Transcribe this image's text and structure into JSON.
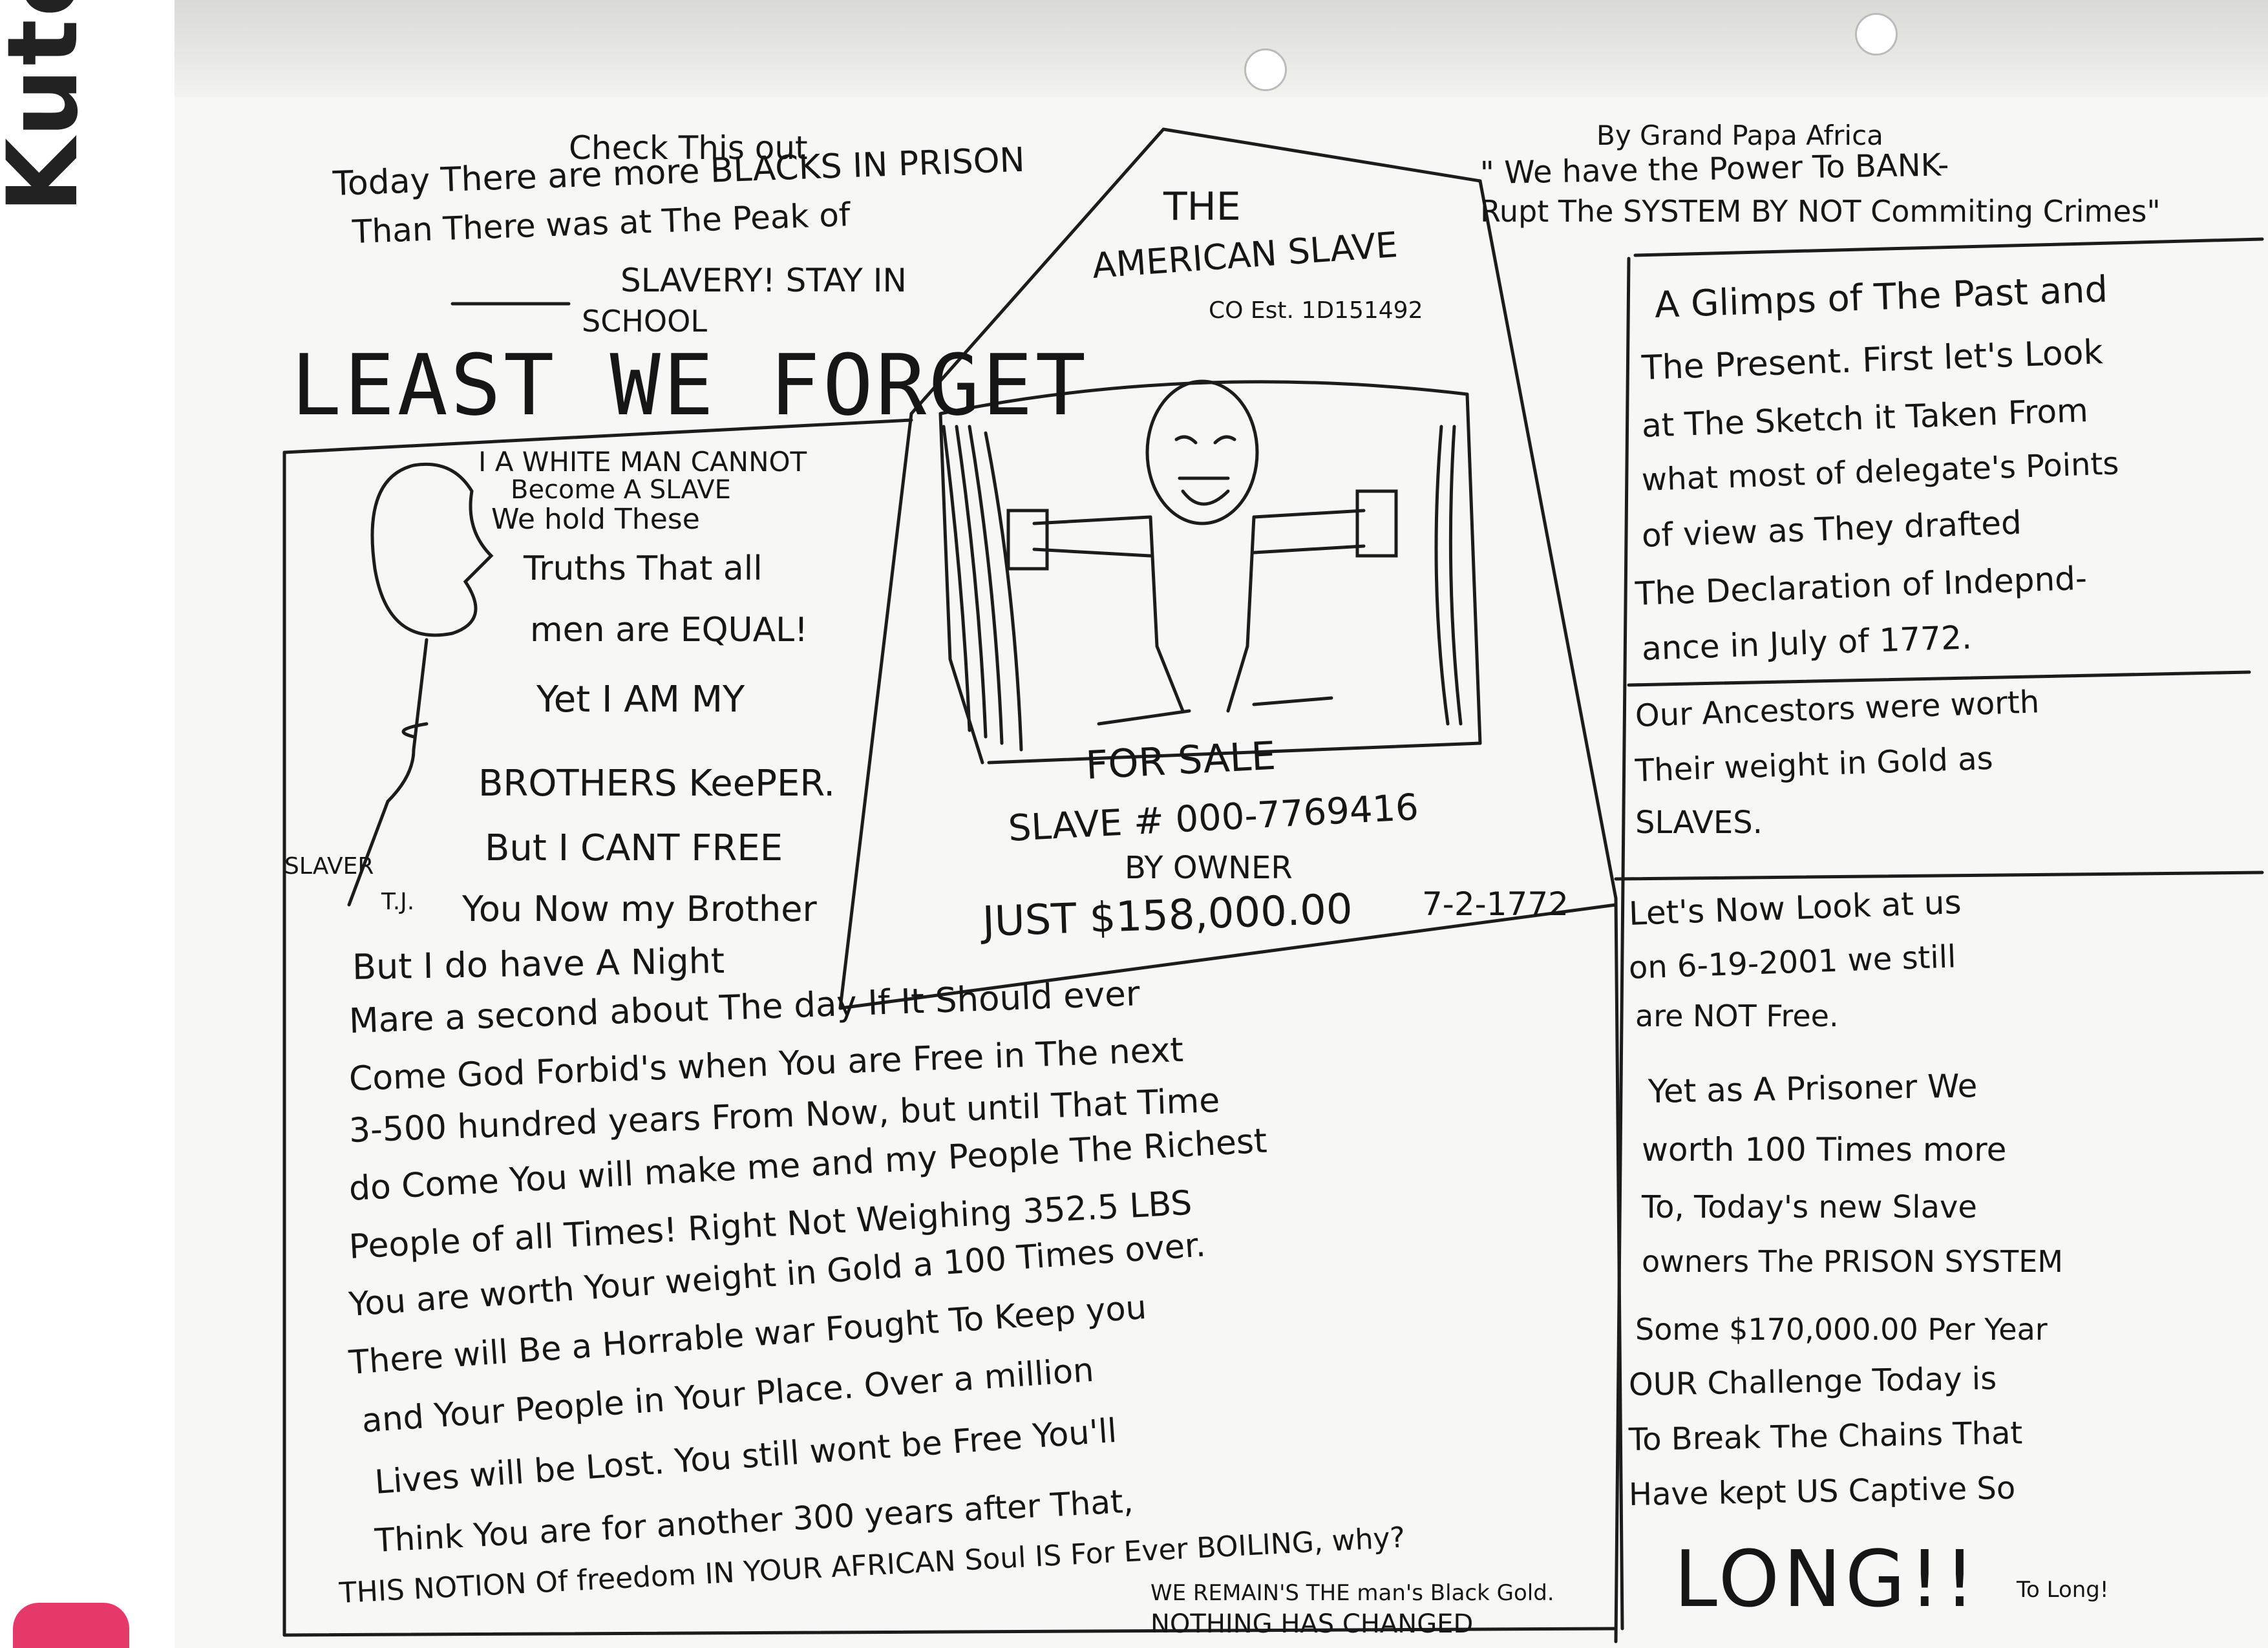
{
  "margin_note": {
    "text": "Kutchi"
  },
  "top_left": {
    "check_line": "Check This out",
    "line1": "Today There are more BLACKS IN PRISON",
    "line2": "Than There was at The Peak of",
    "line3": "SLAVERY! STAY IN",
    "line4": "SCHOOL",
    "headline": "LEAST WE FORGET"
  },
  "top_right": {
    "byline": "By Grand Papa Africa",
    "quote1": "\" We have the Power To BANK-",
    "quote2": "Rupt The SYSTEM BY NOT Commiting Crimes\""
  },
  "center_panel": {
    "title": "THE",
    "company": "AMERICAN SLAVE",
    "company2": "CO Est. 1D151492",
    "for_sale": "FOR SALE",
    "slave_no": "SLAVE # 000-7769416",
    "by_owner": "BY OWNER",
    "price": "JUST $158,000.00",
    "date": "7-2-1772"
  },
  "left_panel": {
    "header1": "I A WHITE MAN CANNOT",
    "header2": "Become A SLAVE",
    "lines": [
      "We hold These",
      "Truths That all",
      "men are EQUAL!",
      "Yet I AM MY",
      "BROTHERS KeePER.",
      "But I CANT FREE",
      "You Now my Brother"
    ],
    "figure_label1": "SLAVER",
    "figure_label2": "T.J."
  },
  "bottom_main": {
    "lines": [
      "But I do have A Night",
      "Mare a second about The day If It Should ever",
      "Come God Forbid's when You are Free in The next",
      "3-500 hundred years From Now, but until That Time",
      "do Come You will make me and my People The Richest",
      "People of all Times! Right Not Weighing 352.5 LBS",
      "You are worth Your weight in Gold a 100 Times over.",
      "There will Be a Horrable war Fought To Keep you",
      "and Your People in Your Place. Over a million",
      "Lives will be Lost. You still wont be Free You'll",
      "Think You are for another 300 years after That,",
      "THIS NOTION Of freedom IN YOUR AFRICAN Soul IS For Ever BOILING, why?"
    ],
    "footer1": "WE REMAIN'S THE man's Black Gold.",
    "footer2": "NOTHING HAS CHANGED"
  },
  "right_column": {
    "block1": [
      "A Glimps of The Past and",
      "The Present. First let's Look",
      "at The Sketch it Taken From",
      "what most of delegate's Points",
      "of view as They drafted",
      "The Declaration of Indepnd-",
      "ance in July of 1772."
    ],
    "block2": [
      "Our Ancestors were worth",
      "Their weight in Gold as",
      "SLAVES."
    ],
    "block3": [
      "Let's Now Look at us",
      "on 6-19-2001 we still",
      "are NOT Free."
    ],
    "block4": [
      "Yet as A Prisoner We",
      "worth 100 Times more",
      "To, Today's new Slave",
      "owners The PRISON SYSTEM"
    ],
    "block5": [
      "Some $170,000.00 Per Year",
      "OUR Challenge Today is",
      "To Break The Chains That",
      "Have kept US Captive So"
    ],
    "closing": "LONG!!",
    "closing_small": "To Long!"
  }
}
